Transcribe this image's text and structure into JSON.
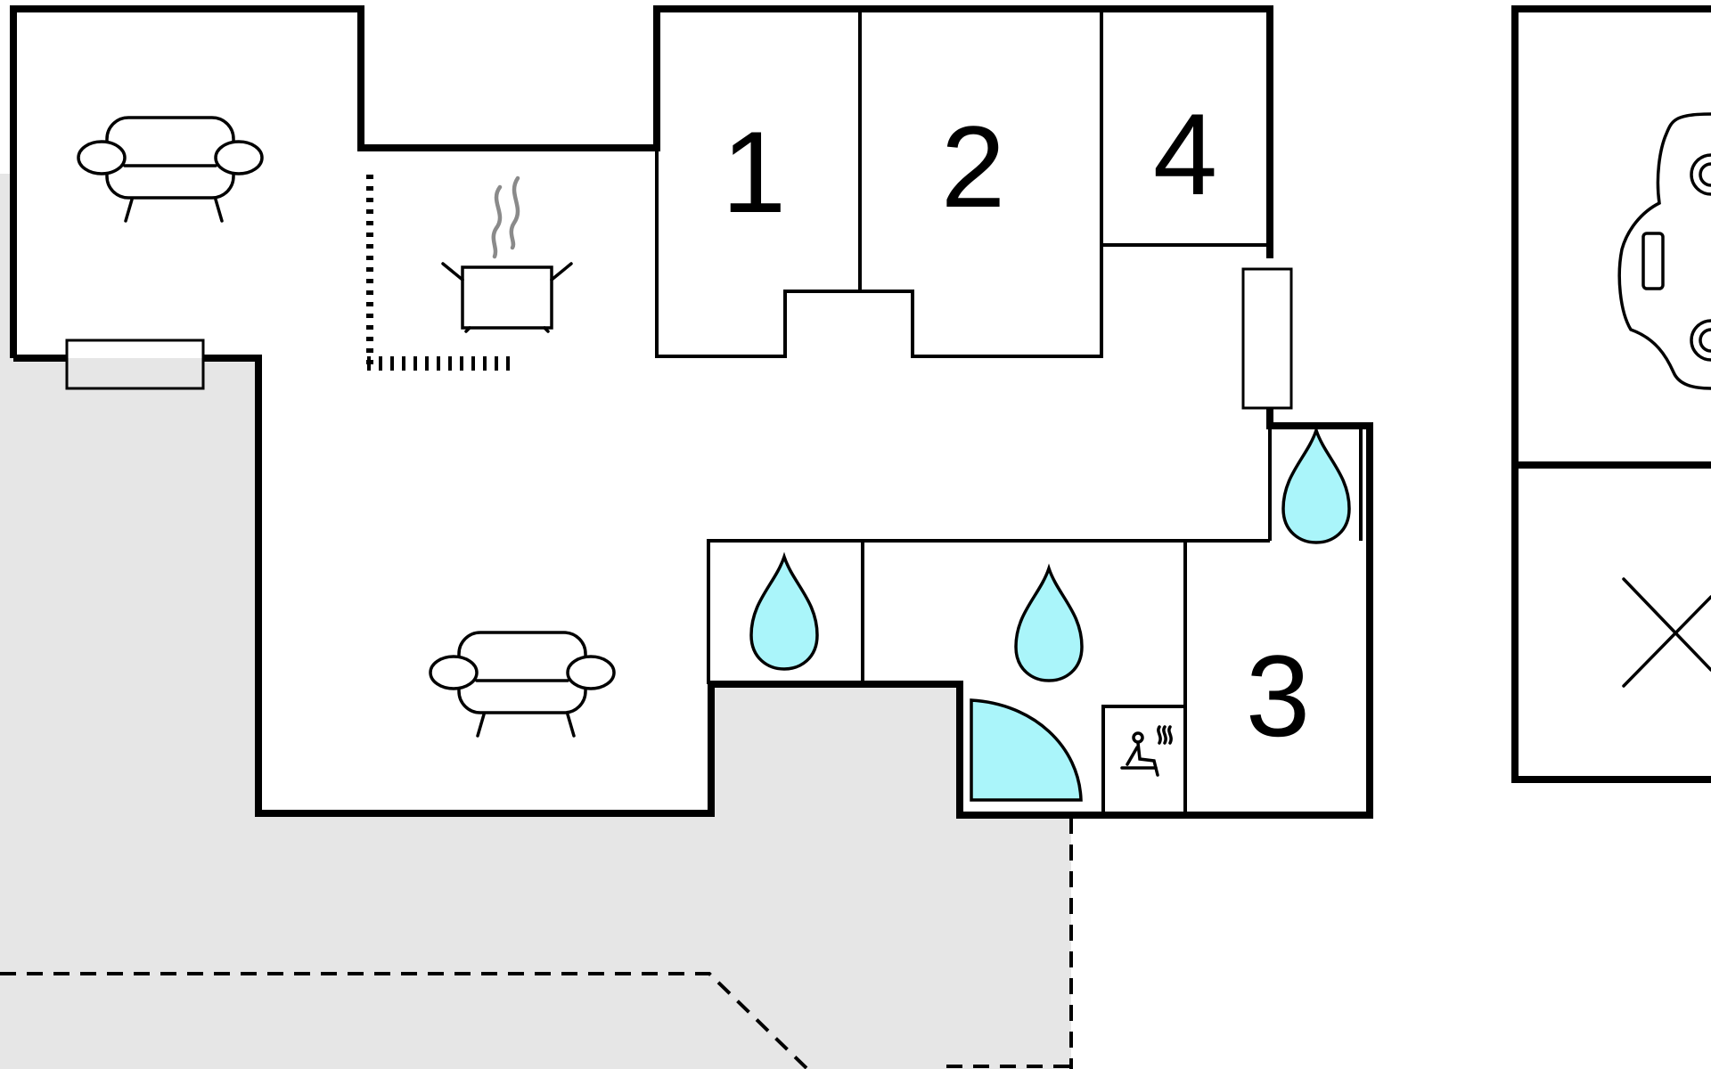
{
  "colors": {
    "background": "#ffffff",
    "terrace": "#e6e6e6",
    "wall": "#000000",
    "water": "#aaf5fa",
    "steam": "#8a8a8a"
  },
  "rooms": [
    {
      "key": "bedroom-1",
      "label": "1"
    },
    {
      "key": "bedroom-2",
      "label": "2"
    },
    {
      "key": "bedroom-3",
      "label": "3"
    },
    {
      "key": "bedroom-4",
      "label": "4"
    }
  ],
  "icons": {
    "sofa": "sofa-icon",
    "kitchen": "cooking-pot-icon",
    "water": "water-drop-icon",
    "shower": "shower-quarter-circle-icon",
    "sauna": "sauna-icon",
    "car": "car-icon",
    "cross": "cross-icon"
  }
}
